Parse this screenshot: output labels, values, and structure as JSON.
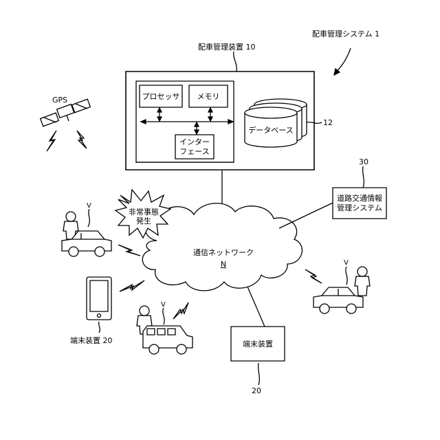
{
  "system_label": "配車管理システム 1",
  "server": {
    "label": "配車管理装置 10",
    "processor": "プロセッサ",
    "memory": "メモリ",
    "interface_line1": "インター",
    "interface_line2": "フェース",
    "database": "データベース",
    "database_ref": "12"
  },
  "gps_label": "GPS",
  "emergency_line1": "非常事態",
  "emergency_line2": "発生",
  "network_label": "通信ネットワーク",
  "network_ref": "N",
  "traffic": {
    "ref": "30",
    "line1": "道路交通情報",
    "line2": "管理システム"
  },
  "terminal_left_label": "端末装置 20",
  "terminal_box_label": "端末装置",
  "terminal_box_ref": "20",
  "vehicle_marker": "V"
}
